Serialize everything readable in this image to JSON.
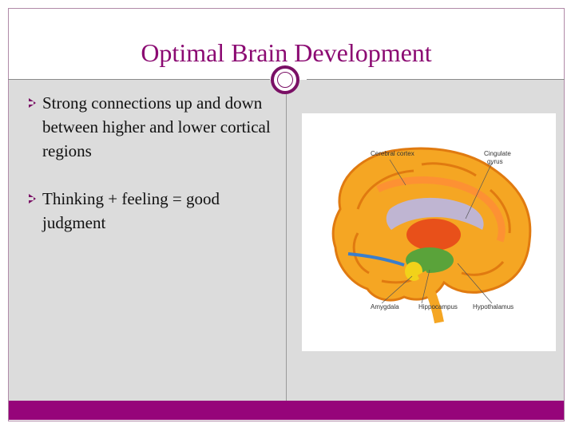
{
  "slide": {
    "title": "Optimal Brain Development",
    "bullets": [
      "Strong connections up and down between higher and lower cortical regions",
      "Thinking + feeling = good judgment"
    ]
  },
  "diagram": {
    "labels": {
      "cerebral_cortex": "Cerebral cortex",
      "cingulate_gyrus_1": "Cingulate",
      "cingulate_gyrus_2": "gyrus",
      "amygdala": "Amygdala",
      "hippocampus": "Hippocampus",
      "hypothalamus": "Hypothalamus"
    },
    "colors": {
      "cortex": "#f5a623",
      "cortex_outline": "#e07a10",
      "thalamus": "#e8501a",
      "hippocampus": "#5aa33a",
      "amygdala": "#f2d21a",
      "ventricle": "#b9b7e6",
      "nerve": "#3a7ecb"
    }
  },
  "theme": {
    "accent": "#96047a",
    "content_bg": "#dcdcdc"
  }
}
